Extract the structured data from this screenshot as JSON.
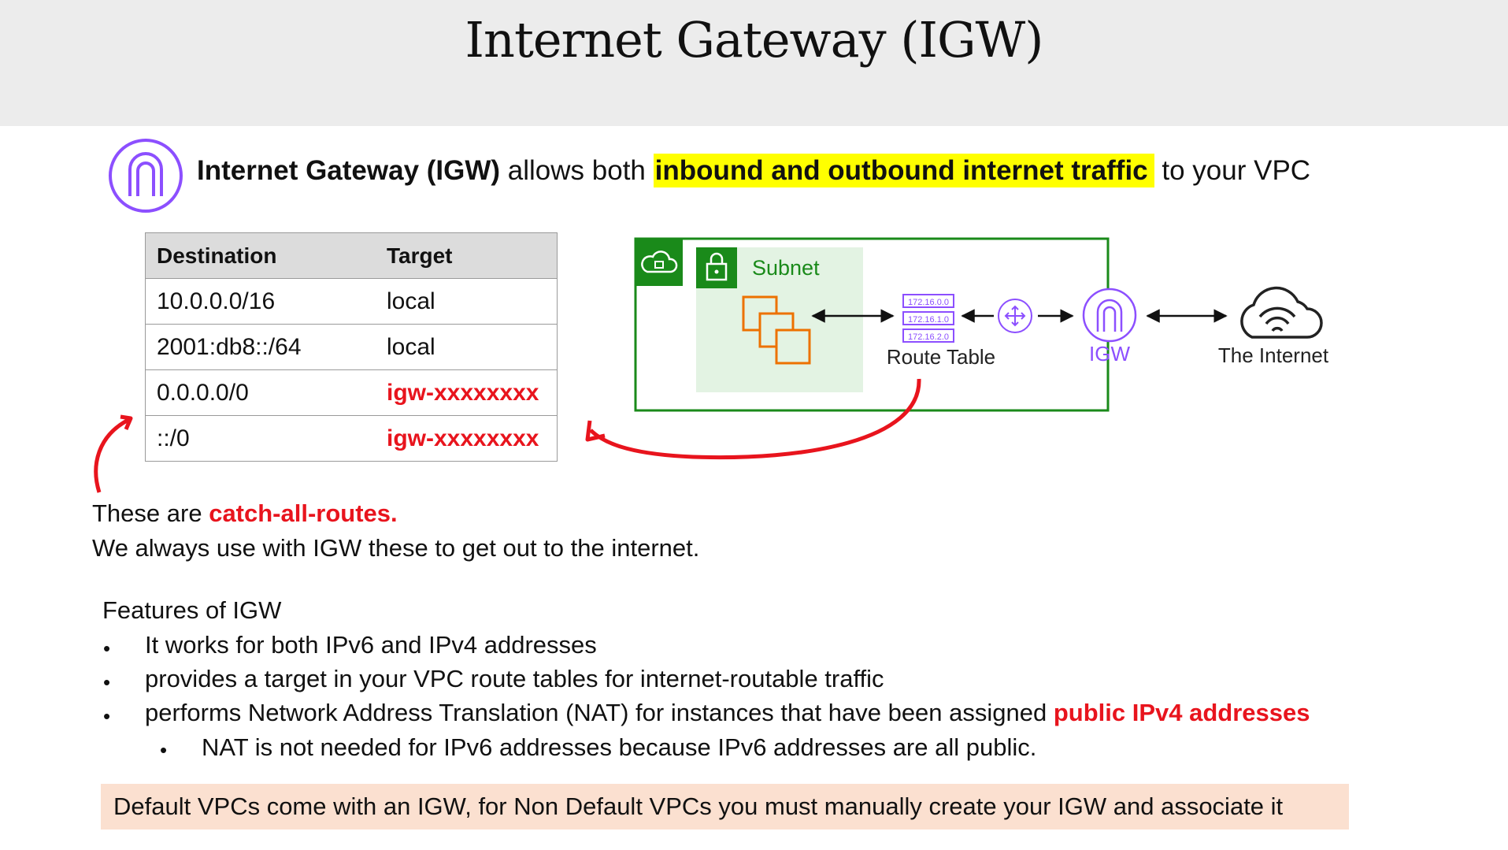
{
  "title": "Internet Gateway (IGW)",
  "intro": {
    "bold": "Internet Gateway (IGW)",
    "mid": " allows both ",
    "highlight": "inbound and outbound internet traffic",
    "end": " to your VPC"
  },
  "route_table": {
    "headers": [
      "Destination",
      "Target"
    ],
    "rows": [
      {
        "destination": "10.0.0.0/16",
        "target": "local"
      },
      {
        "destination": "2001:db8::/64",
        "target": "local"
      },
      {
        "destination": "0.0.0.0/0",
        "target": "igw-xxxxxxxx"
      },
      {
        "destination": "::/0",
        "target": "igw-xxxxxxxx"
      }
    ]
  },
  "diagram": {
    "subnet_label": "Subnet",
    "route_table_label": "Route Table",
    "route_entries": [
      "172.16.0.0",
      "172.16.1.0",
      "172.16.2.0"
    ],
    "igw_label": "IGW",
    "internet_label": "The Internet"
  },
  "catch": {
    "prefix": "These are ",
    "highlight": "catch-all-routes.",
    "line2": "We always use with IGW these to get out to the internet."
  },
  "features": {
    "title": "Features of IGW",
    "items": [
      "It works for both IPv6 and IPv4 addresses",
      "provides a target in your VPC route tables for internet-routable traffic",
      "performs Network Address Translation (NAT) for instances that have been assigned "
    ],
    "item3_highlight": "public IPv4 addresses",
    "sub_item": "NAT is not needed for IPv6 addresses because IPv6 addresses are all public."
  },
  "footer": "Default VPCs come with an IGW, for Non Default VPCs you must manually create your IGW and associate it",
  "colors": {
    "header_bg": "#ececec",
    "highlight": "#ffff00",
    "red": "#e8141d",
    "vpc_green": "#1a8a1a",
    "subnet_bg": "#e3f3e3",
    "igw_purple": "#8c4fff",
    "instance_orange": "#ed7100",
    "footer_bg": "#fbe0d0"
  }
}
